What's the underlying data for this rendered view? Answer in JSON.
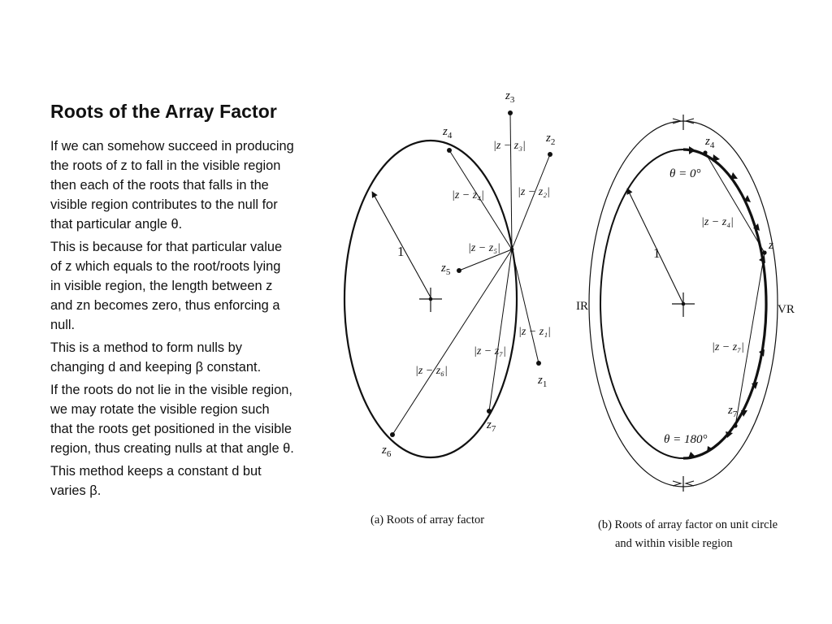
{
  "slide": {
    "title": "Roots of the Array Factor",
    "paragraphs": [
      "If we can somehow succeed in producing the roots of z to fall in the visible region then each of the roots that falls in the visible region contributes to the null for that particular angle θ.",
      "This is because for that particular value of z which equals to the root/roots lying in visible region, the length between z and zn becomes zero, thus enforcing a null.",
      "This is a method to form nulls by changing d and keeping β constant.",
      "If the roots do not lie in the visible region, we may rotate the visible region such that the roots get positioned in the visible region, thus creating nulls at that angle θ.",
      "This method keeps a constant d but varies β."
    ]
  },
  "figure_a": {
    "caption": "(a)  Roots of array factor",
    "radius_label": "1",
    "roots": {
      "z1": "z",
      "z2": "z",
      "z3": "z",
      "z4": "z",
      "z5": "z",
      "z6": "z",
      "z7": "z"
    },
    "subscripts": {
      "z1": "1",
      "z2": "2",
      "z3": "3",
      "z4": "4",
      "z5": "5",
      "z6": "6",
      "z7": "7"
    },
    "distances": {
      "d1": "|z − z₁|",
      "d2": "|z − z₂|",
      "d3": "|z − z₃|",
      "d4": "|z − z₄|",
      "d5": "|z − z₅|",
      "d6": "|z − z₆|",
      "d7": "|z − z₇|"
    }
  },
  "figure_b": {
    "caption_line1": "(b)  Roots of array factor on unit circle",
    "caption_line2": "and within visible region",
    "radius_label": "1",
    "theta0": "θ = 0°",
    "theta180": "θ = 180°",
    "ir_label": "IR",
    "vr_label": "VR",
    "z_label": "z",
    "z4_label": "z",
    "z4_sub": "4",
    "z7_label": "z",
    "z7_sub": "7",
    "d4": "|z − z₄|",
    "d7": "|z − z₇|"
  }
}
